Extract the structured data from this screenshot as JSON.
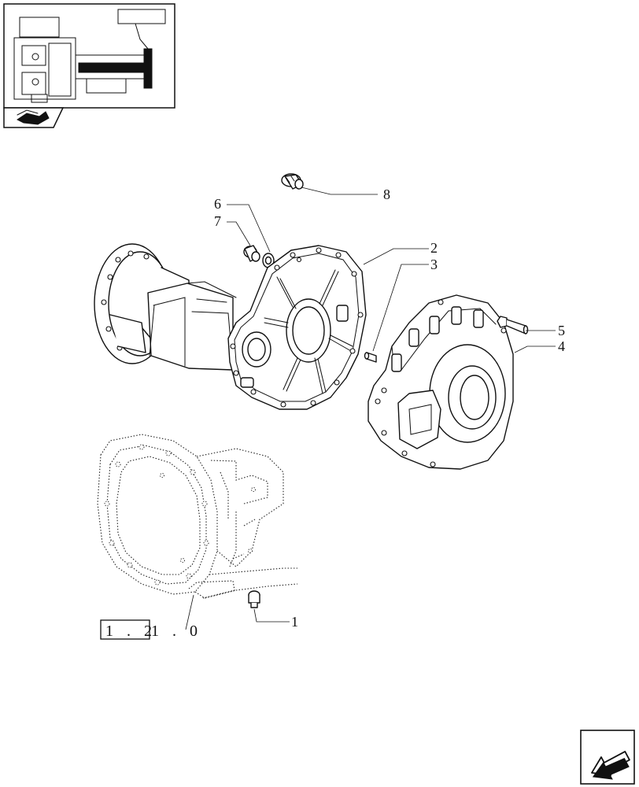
{
  "callouts": [
    {
      "id": "1",
      "label": "1"
    },
    {
      "id": "2",
      "label": "2"
    },
    {
      "id": "3",
      "label": "3"
    },
    {
      "id": "4",
      "label": "4"
    },
    {
      "id": "5",
      "label": "5"
    },
    {
      "id": "6",
      "label": "6"
    },
    {
      "id": "7",
      "label": "7"
    },
    {
      "id": "8",
      "label": "8"
    }
  ],
  "reference": {
    "boxed": "1 . 2",
    "rest": "1 . 0"
  },
  "icons": {
    "thumbnail": "assembly-overview-thumbnail",
    "book": "book-icon",
    "next": "next-page-arrow-icon"
  },
  "colors": {
    "line": "#111111",
    "background": "#ffffff"
  }
}
